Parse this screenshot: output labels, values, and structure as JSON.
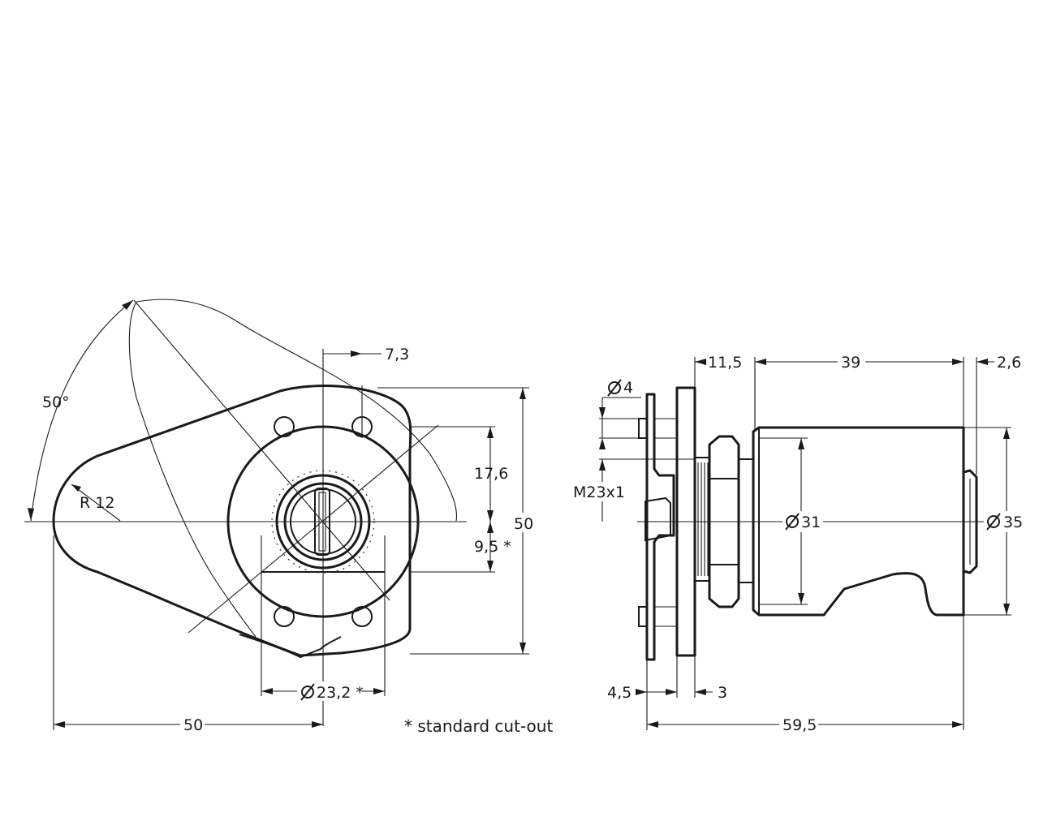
{
  "front_view": {
    "dim_angle": "50°",
    "dim_radius": "R 12",
    "dim_offset_top": "7,3",
    "dim_height_upper": "17,6",
    "dim_height_lower": "9,5 *",
    "dim_height_total": "50",
    "dim_cutout_diameter": "23,2 *",
    "dim_width": "50"
  },
  "side_view": {
    "dim_hole_diameter": "4",
    "dim_thread": "M23x1",
    "dim_top_11_5": "11,5",
    "dim_top_39": "39",
    "dim_top_2_6": "2,6",
    "dim_body_diameter": "31",
    "dim_cap_diameter": "35",
    "dim_plate_thickness": "4,5",
    "dim_flange_thickness": "3",
    "dim_total_length": "59,5"
  },
  "footnote": "* standard cut-out"
}
